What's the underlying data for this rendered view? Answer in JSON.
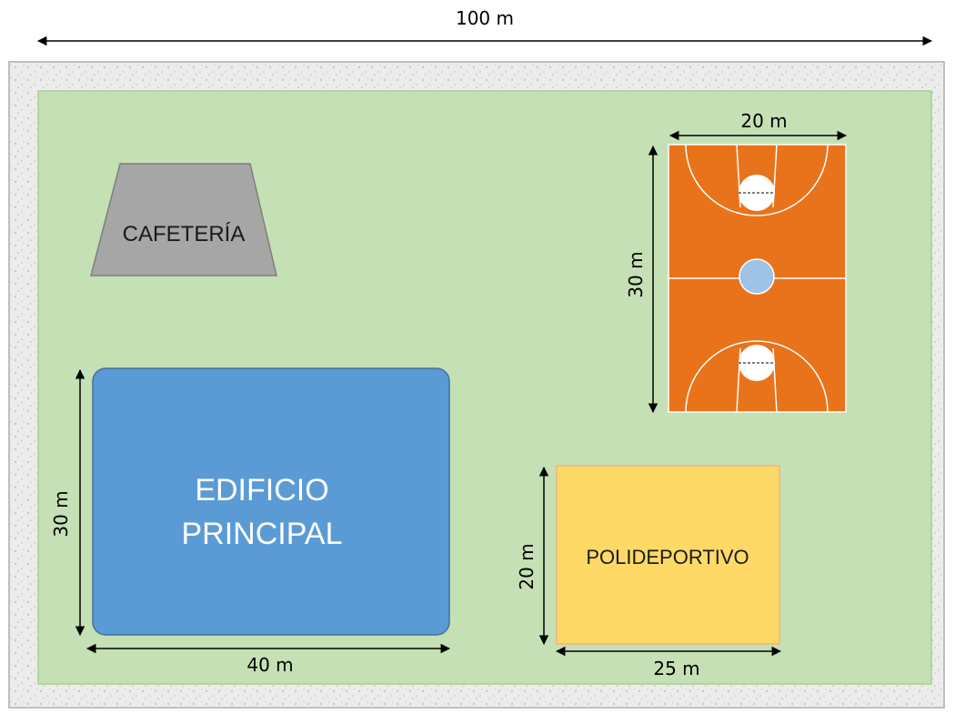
{
  "site": {
    "total_width": "100 m"
  },
  "buildings": {
    "cafeteria": {
      "label": "CAFETERÍA"
    },
    "main_building": {
      "label_line1": "EDIFICIO",
      "label_line2": "PRINCIPAL",
      "height": "30 m",
      "width": "40 m"
    },
    "sports_hall": {
      "label": "POLIDEPORTIVO",
      "height": "20 m",
      "width": "25 m"
    },
    "basketball_court": {
      "width": "20 m",
      "height": "30 m"
    }
  },
  "colors": {
    "lawn": "#c5e0b4",
    "lawn_border": "#a9d08e",
    "cafeteria": "#a6a6a6",
    "main_building": "#5b9bd5",
    "sports_hall": "#ffd966",
    "court": "#e9731a",
    "center_circle": "#9dc3e6",
    "gravel": "#e6e6e6"
  }
}
